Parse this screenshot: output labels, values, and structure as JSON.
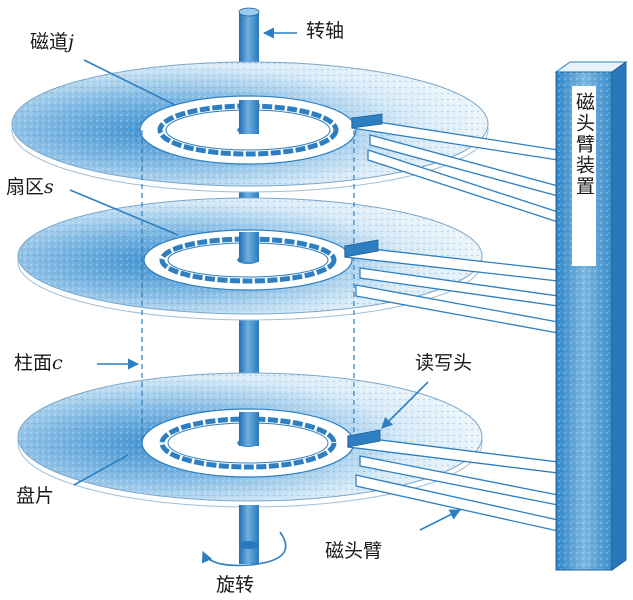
{
  "labels": {
    "spindle": "转轴",
    "track_prefix": "磁道",
    "track_var": "j",
    "sector_prefix": "扇区",
    "sector_var": "s",
    "cylinder_prefix": "柱面",
    "cylinder_var": "c",
    "head": "读写头",
    "platter": "盘片",
    "arm": "磁头臂",
    "rotate": "旋转",
    "arm_assembly": "磁头臂装置"
  },
  "colors": {
    "accent": "#2d7fc1",
    "light": "#cfe6f6",
    "dark": "#1f5f9c",
    "text": "#1a1a1a"
  }
}
